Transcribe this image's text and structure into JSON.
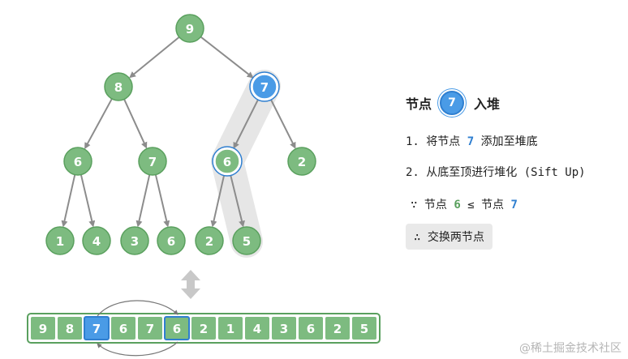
{
  "tree": {
    "nodes": [
      {
        "id": "n0",
        "value": "9",
        "state": "normal"
      },
      {
        "id": "n1",
        "value": "8",
        "state": "normal"
      },
      {
        "id": "n2",
        "value": "7",
        "state": "active"
      },
      {
        "id": "n3",
        "value": "6",
        "state": "normal"
      },
      {
        "id": "n4",
        "value": "7",
        "state": "normal"
      },
      {
        "id": "n5",
        "value": "6",
        "state": "compare"
      },
      {
        "id": "n6",
        "value": "2",
        "state": "normal"
      },
      {
        "id": "n7",
        "value": "1",
        "state": "normal"
      },
      {
        "id": "n8",
        "value": "4",
        "state": "normal"
      },
      {
        "id": "n9",
        "value": "3",
        "state": "normal"
      },
      {
        "id": "n10",
        "value": "6",
        "state": "normal"
      },
      {
        "id": "n11",
        "value": "2",
        "state": "normal"
      },
      {
        "id": "n12",
        "value": "5",
        "state": "normal"
      }
    ],
    "edges": [
      [
        "n0",
        "n1"
      ],
      [
        "n0",
        "n2"
      ],
      [
        "n1",
        "n3"
      ],
      [
        "n1",
        "n4"
      ],
      [
        "n2",
        "n5"
      ],
      [
        "n2",
        "n6"
      ],
      [
        "n3",
        "n7"
      ],
      [
        "n3",
        "n8"
      ],
      [
        "n4",
        "n9"
      ],
      [
        "n4",
        "n10"
      ],
      [
        "n5",
        "n11"
      ],
      [
        "n5",
        "n12"
      ]
    ]
  },
  "array": {
    "values": [
      "9",
      "8",
      "7",
      "6",
      "7",
      "6",
      "2",
      "1",
      "4",
      "3",
      "6",
      "2",
      "5"
    ],
    "active_index": 2,
    "compare_index": 5
  },
  "panel": {
    "title_prefix": "节点",
    "title_node": "7",
    "title_suffix": "入堆",
    "step1_prefix": "1. 将节点",
    "step1_node": "7",
    "step1_suffix": "添加至堆底",
    "step2": "2. 从底至顶进行堆化 (Sift Up)",
    "because_symbol": "∵",
    "because_left_label": "节点",
    "because_left_node": "6",
    "because_op": "≤",
    "because_right_label": "节点",
    "because_right_node": "7",
    "therefore_symbol": "∴",
    "therefore_text": "交换两节点"
  },
  "watermark": "@稀土掘金技术社区",
  "colors": {
    "node_fill": "#7dbb80",
    "node_stroke": "#5aa05e",
    "active_fill": "#4a9be6",
    "active_stroke": "#2f7fd0",
    "edge": "#8c8c8c",
    "path_highlight": "#e6e6e6",
    "swap_arrow": "#c8c8c8"
  }
}
